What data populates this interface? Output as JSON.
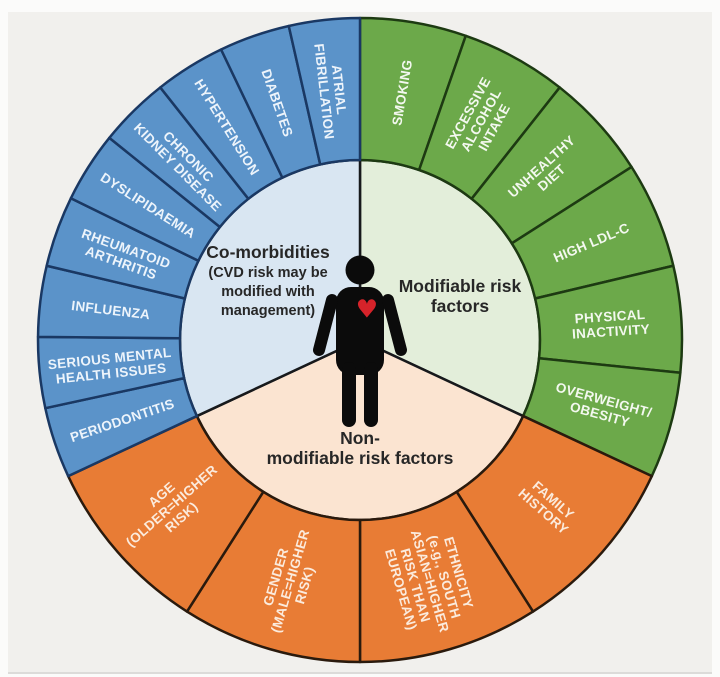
{
  "background_color": "#F1F0ED",
  "wheel": {
    "divider_color": "#17191C",
    "sections": [
      {
        "id": "modifiable",
        "title": "Modifiable risk factors",
        "title_lines": [
          "Modifiable risk",
          "factors"
        ],
        "ring_color": "#6CA94A",
        "inner_color": "#E3EEDA",
        "border_color": "#1D3A12",
        "label_color": "#F3F8EF",
        "start": 0,
        "end": 115,
        "segments": [
          {
            "label": "SMOKING",
            "lines": [
              "SMOKING"
            ]
          },
          {
            "label": "EXCESSIVE ALCOHOL INTAKE",
            "lines": [
              "EXCESSIVE",
              "ALCOHOL",
              "INTAKE"
            ]
          },
          {
            "label": "UNHEALTHY DIET",
            "lines": [
              "UNHEALTHY",
              "DIET"
            ]
          },
          {
            "label": "HIGH LDL-C",
            "lines": [
              "HIGH LDL-C"
            ]
          },
          {
            "label": "PHYSICAL INACTIVITY",
            "lines": [
              "PHYSICAL",
              "INACTIVITY"
            ]
          },
          {
            "label": "OVERWEIGHT/ OBESITY",
            "lines": [
              "OVERWEIGHT/",
              "OBESITY"
            ]
          }
        ]
      },
      {
        "id": "non-modifiable",
        "title": "Non-modifiable risk factors",
        "title_lines": [
          "Non-",
          "modifiable risk factors"
        ],
        "ring_color": "#E87C35",
        "inner_color": "#FBE4D1",
        "border_color": "#2A1A0D",
        "label_color": "#FBEBDD",
        "start": 115,
        "end": 245,
        "segments": [
          {
            "label": "FAMILY HISTORY",
            "lines": [
              "FAMILY",
              "HISTORY"
            ]
          },
          {
            "label": "ETHNICITY (e.g., SOUTH ASIAN=HIGHER RISK THAN EUROPEAN)",
            "lines": [
              "ETHNICITY",
              "(e.g., SOUTH",
              "ASIAN=HIGHER",
              "RISK THAN",
              "EUROPEAN)"
            ]
          },
          {
            "label": "GENDER (MALE=HIGHER RISK)",
            "lines": [
              "GENDER",
              "(MALE=HIGHER",
              "RISK)"
            ]
          },
          {
            "label": "AGE (OLDER=HIGHER RISK)",
            "lines": [
              "AGE",
              "(OLDER=HIGHER",
              "RISK)"
            ]
          }
        ]
      },
      {
        "id": "comorbidities",
        "title": "Co-morbidities",
        "subtitle": "(CVD risk may be modified with management)",
        "subtitle_lines": [
          "(CVD risk may be",
          "modified with",
          "management)"
        ],
        "ring_color": "#5B93C9",
        "inner_color": "#D9E6F2",
        "border_color": "#1A3863",
        "label_color": "#EDF4FB",
        "start": 245,
        "end": 360,
        "segments": [
          {
            "label": "PERIODONTITIS",
            "lines": [
              "PERIODONTITIS"
            ]
          },
          {
            "label": "SERIOUS MENTAL HEALTH ISSUES",
            "lines": [
              "SERIOUS MENTAL",
              "HEALTH ISSUES"
            ]
          },
          {
            "label": "INFLUENZA",
            "lines": [
              "INFLUENZA"
            ]
          },
          {
            "label": "RHEUMATOID ARTHRITIS",
            "lines": [
              "RHEUMATOID",
              "ARTHRITIS"
            ]
          },
          {
            "label": "DYSLIPIDAEMIA",
            "lines": [
              "DYSLIPIDAEMIA"
            ]
          },
          {
            "label": "CHRONIC KIDNEY DISEASE",
            "lines": [
              "CHRONIC",
              "KIDNEY DISEASE"
            ]
          },
          {
            "label": "HYPERTENSION",
            "lines": [
              "HYPERTENSION"
            ]
          },
          {
            "label": "DIABETES",
            "lines": [
              "DIABETES"
            ]
          },
          {
            "label": "ATRIAL FIBRILLATION",
            "lines": [
              "ATRIAL",
              "FIBRILLATION"
            ]
          }
        ]
      }
    ],
    "center_figure": {
      "heart_icon": "♥",
      "heart_color": "#D6232A",
      "figure_color": "#0B0B0B"
    }
  }
}
